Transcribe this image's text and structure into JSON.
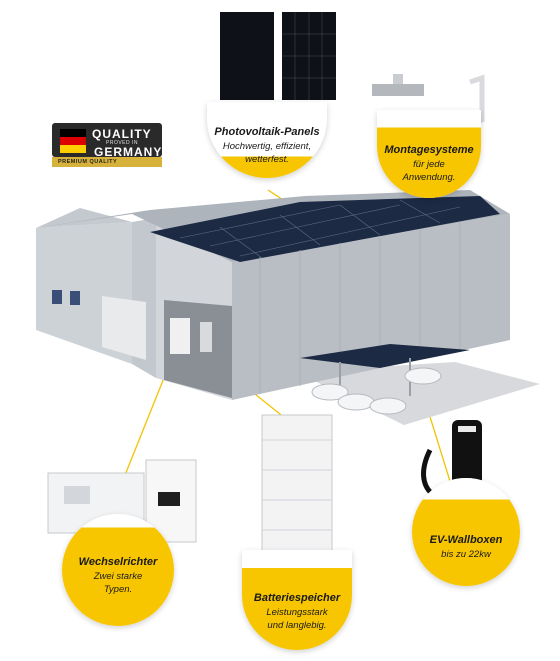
{
  "badge": {
    "line1": "QUALITY",
    "line2": "PROVED IN",
    "line3": "GERMANY",
    "line4": "PREMIUM QUALITY"
  },
  "callouts": {
    "photovoltaik": {
      "title": "Photovoltaik-Panels",
      "sub1": "Hochwertig, effizient,",
      "sub2": "wetterfest."
    },
    "montage": {
      "title": "Montagesysteme",
      "sub1": "für jede",
      "sub2": "Anwendung."
    },
    "wechselrichter": {
      "title": "Wechselrichter",
      "sub1": "Zwei starke",
      "sub2": "Typen."
    },
    "batterie": {
      "title": "Batteriespeicher",
      "sub1": "Leistungsstark",
      "sub2": "und langlebig."
    },
    "wallbox": {
      "title": "EV-Wallboxen",
      "sub1": "bis zu 22kw"
    }
  },
  "colors": {
    "accent": "#f7c600",
    "roof_panel": "#1d2a44",
    "wall": "#c9ced3"
  }
}
